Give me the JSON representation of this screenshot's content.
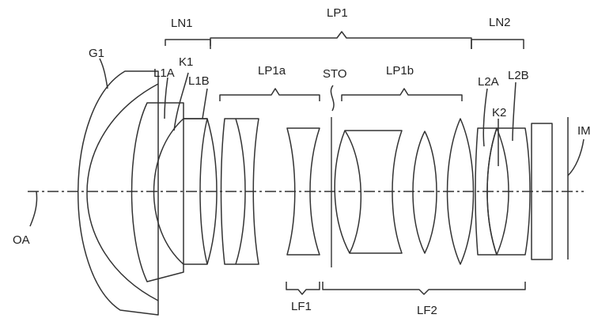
{
  "figure": {
    "labels": {
      "G1": "G1",
      "LN1": "LN1",
      "LP1": "LP1",
      "LN2": "LN2",
      "L1A": "L1A",
      "K1": "K1",
      "L1B": "L1B",
      "LP1a": "LP1a",
      "STO": "STO",
      "LP1b": "LP1b",
      "L2A": "L2A",
      "L2B": "L2B",
      "K2": "K2",
      "IM": "IM",
      "OA": "OA",
      "LF1": "LF1",
      "LF2": "LF2"
    }
  }
}
